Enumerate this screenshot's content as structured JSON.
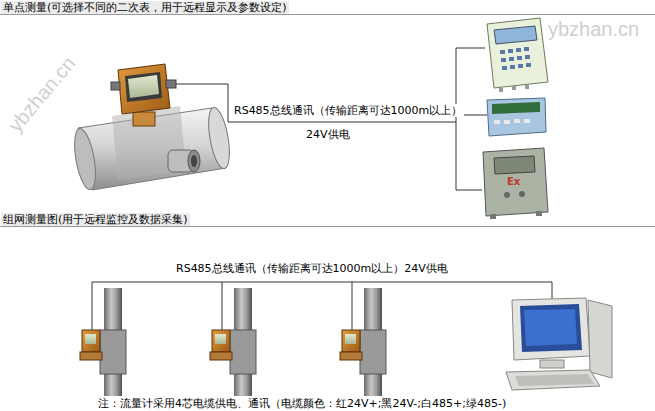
{
  "diagram": {
    "labels": [
      "单点测量(可选择不同的二次表，用于远程显示及参数设定)",
      "RS485总线通讯（传输距离可达1000m以上）",
      "24V供电",
      "组网测量图(用于远程监控及数据采集)",
      "RS485总线通讯（传输距离可达1000m以上）24V供电",
      "注：流量计采用4芯电缆供电、通讯（电缆颜色：红24V+;黑24V-;白485+;绿485-)",
      "ybzhan.cn",
      "ybzhan.cn",
      "Ex"
    ]
  }
}
